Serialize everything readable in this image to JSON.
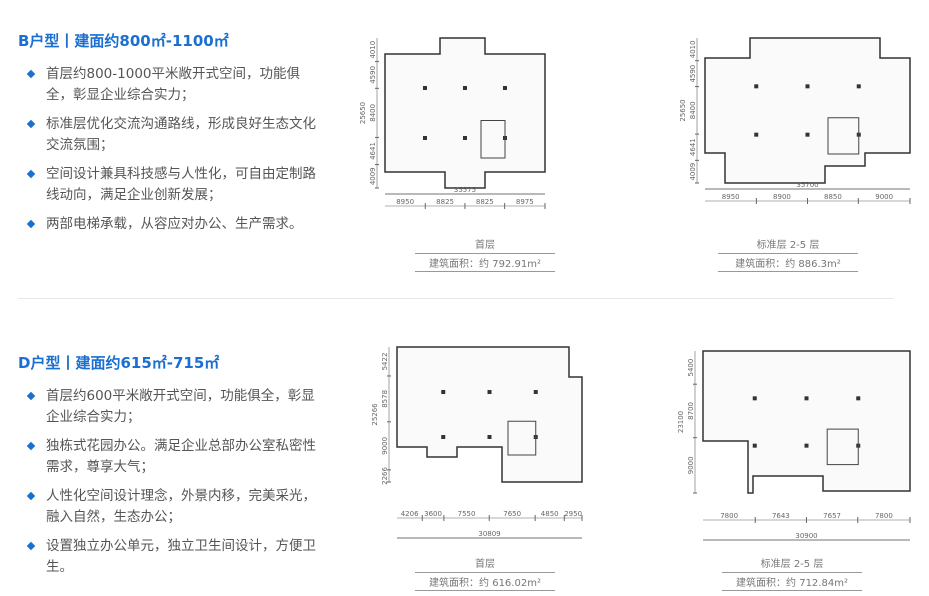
{
  "sections": [
    {
      "title": "B户型丨建面约800㎡-1100㎡",
      "bullets": [
        "首层约800-1000平米敞开式空间，功能俱全，彰显企业综合实力；",
        "标准层优化交流沟通路线，形成良好生态文化交流氛围；",
        "空间设计兼具科技感与人性化，可自由定制路线动向，满足企业创新发展；",
        "两部电梯承载，从容应对办公、生产需求。"
      ],
      "plans": [
        {
          "name": "首层",
          "area": "建筑面积：约 792.91m²",
          "total_w": "35575",
          "widths": [
            "8950",
            "8825",
            "8825",
            "8975"
          ],
          "total_h": "25650",
          "heights": [
            "4010",
            "4590",
            "8400",
            "4641",
            "4009"
          ]
        },
        {
          "name": "标准层 2-5 层",
          "area": "建筑面积：约 886.3m²",
          "total_w": "35700",
          "widths": [
            "8950",
            "8900",
            "8850",
            "9000"
          ],
          "total_h": "25650",
          "heights": [
            "4010",
            "4590",
            "8400",
            "4641",
            "4009"
          ]
        }
      ]
    },
    {
      "title": "D户型丨建面约615㎡-715㎡",
      "bullets": [
        "首层约600平米敞开式空间，功能俱全，彰显企业综合实力；",
        "独栋式花园办公。满足企业总部办公室私密性需求，尊享大气；",
        "人性化空间设计理念，外景内移，完美采光，融入自然，生态办公；",
        "设置独立办公单元，独立卫生间设计，方便卫生。"
      ],
      "plans": [
        {
          "name": "首层",
          "area": "建筑面积：约 616.02m²",
          "total_w": "30809",
          "widths": [
            "4206",
            "3600",
            "7550",
            "7650",
            "4850",
            "2950"
          ],
          "total_h": "25266",
          "heights": [
            "5422",
            "8578",
            "9000",
            "2266"
          ]
        },
        {
          "name": "标准层 2-5 层",
          "area": "建筑面积：约 712.84m²",
          "total_w": "30900",
          "widths": [
            "7800",
            "7643",
            "7657",
            "7800"
          ],
          "total_h": "23100",
          "heights": [
            "5400",
            "8700",
            "9000"
          ]
        }
      ]
    }
  ]
}
